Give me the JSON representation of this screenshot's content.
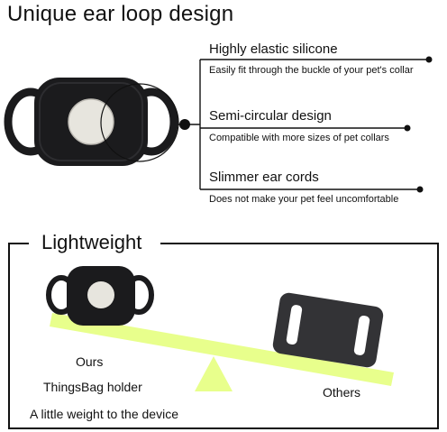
{
  "header": {
    "title": "Unique ear loop design"
  },
  "features": [
    {
      "title": "Highly elastic silicone",
      "subtitle": "Easily fit through the buckle of your pet's collar"
    },
    {
      "title": "Semi-circular design",
      "subtitle": "Compatible with more sizes of pet collars"
    },
    {
      "title": "Slimmer ear cords",
      "subtitle": "Does not make your pet feel uncomfortable"
    }
  ],
  "lightweight": {
    "title": "Lightweight",
    "ours_label": "Ours",
    "product_label": "ThingsBag holder",
    "caption": "A little weight to the device",
    "others_label": "Others"
  },
  "colors": {
    "seesaw": "#e8ff8c",
    "product": "#1b1b1d",
    "accent_line": "#111111"
  }
}
